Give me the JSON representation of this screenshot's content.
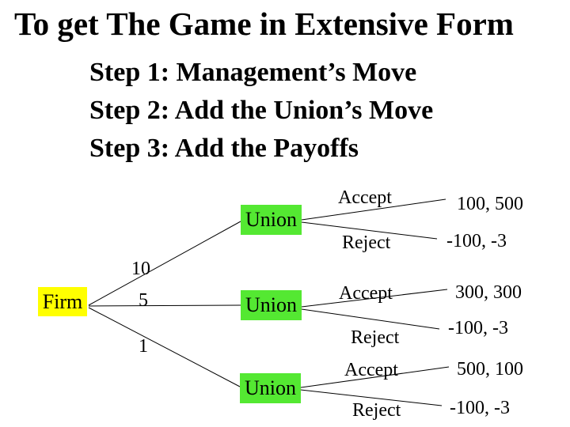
{
  "slide": {
    "title": "To get The Game in Extensive Form",
    "steps": [
      "Step 1: Management’s Move",
      "Step 2: Add the Union’s Move",
      "Step 3: Add the Payoffs"
    ]
  },
  "tree": {
    "root": {
      "label": "Firm",
      "color": "#ffff00"
    },
    "node_color": "#54e832",
    "branches": [
      {
        "offer": "10",
        "node": "Union",
        "moves": [
          {
            "label": "Accept",
            "payoff": "100, 500"
          },
          {
            "label": "Reject",
            "payoff": "-100, -3"
          }
        ]
      },
      {
        "offer": "5",
        "node": "Union",
        "moves": [
          {
            "label": "Accept",
            "payoff": "300, 300"
          },
          {
            "label": "Reject",
            "payoff": "-100, -3"
          }
        ]
      },
      {
        "offer": "1",
        "node": "Union",
        "moves": [
          {
            "label": "Accept",
            "payoff": "500, 100"
          },
          {
            "label": "Reject",
            "payoff": "-100, -3"
          }
        ]
      }
    ]
  }
}
